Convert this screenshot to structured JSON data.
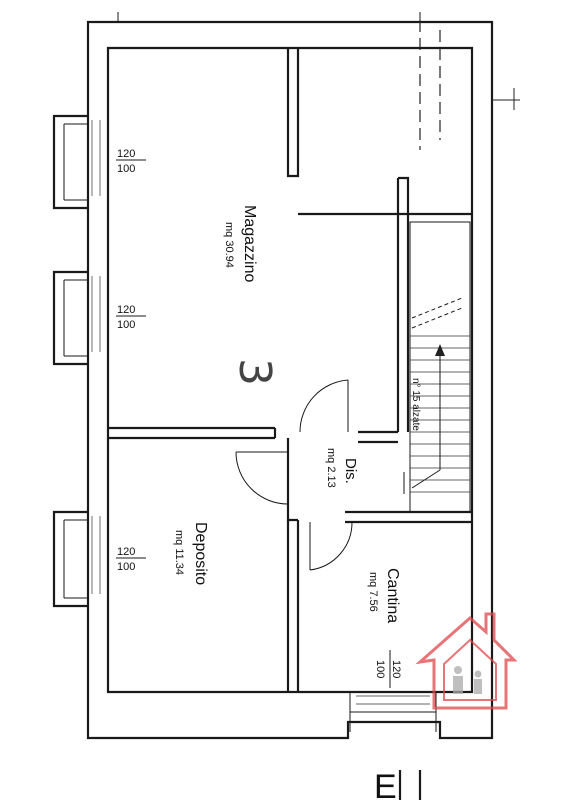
{
  "rooms": {
    "magazzino": {
      "name": "Magazzino",
      "area": "mq 30.94"
    },
    "deposito": {
      "name": "Deposito",
      "area": "mq 11.34"
    },
    "dis": {
      "name": "Dis.",
      "area": "mq 2.13"
    },
    "cantina": {
      "name": "Cantina",
      "area": "mq 7.56"
    }
  },
  "unit_number": "3",
  "stairs": {
    "label": "n° 15 alzate"
  },
  "windows": [
    {
      "width": "120",
      "height": "100"
    },
    {
      "width": "120",
      "height": "100"
    },
    {
      "width": "120",
      "height": "100"
    },
    {
      "width": "120",
      "height": "100"
    }
  ],
  "edge_letter": "E",
  "logo": {
    "brand_color": "#e0474c"
  }
}
